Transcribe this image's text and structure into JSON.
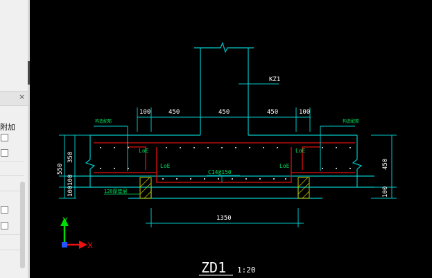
{
  "side_panel": {
    "close_glyph": "×",
    "label": "附加"
  },
  "drawing": {
    "colors": {
      "background": "#000000",
      "outline": "#00c8c8",
      "rebar": "#e01010",
      "text": "#ffffff",
      "label": "#00e060",
      "hatch": "#c8c800",
      "axis_y": "#00dd00",
      "axis_x": "#ee1111",
      "origin": "#2255ff"
    },
    "dims": {
      "top_100_left": "100",
      "top_450_a": "450",
      "top_450_b": "450",
      "top_450_c": "450",
      "top_100_right": "100",
      "left_550": "550",
      "left_350": "350",
      "left_100_a": "100",
      "left_100_b": "100",
      "right_450": "450",
      "right_100": "100",
      "bottom_1350": "1350"
    },
    "labels": {
      "column": "KZ1",
      "rebar_mid": "C14@150",
      "loe_tl": "LoE",
      "loe_tr": "LoE",
      "loe_ml": "LoE",
      "loe_mr": "LoE",
      "cushion": "120厚垫层",
      "callout_left": "构造配筋",
      "callout_right": "构造配筋"
    },
    "title": {
      "name": "ZD1",
      "scale": "1:20"
    },
    "axis": {
      "x_label": "X",
      "y_label": "Y"
    }
  }
}
